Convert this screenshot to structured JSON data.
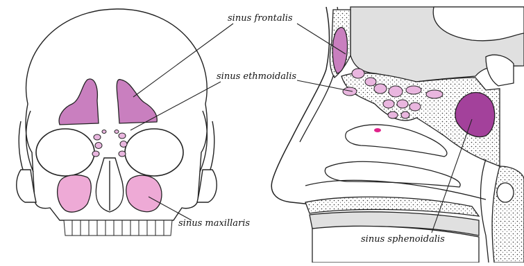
{
  "labels": {
    "frontalis": "sinus frontalis",
    "ethmoidalis": "sinus ethmoidalis",
    "maxillaris": "sinus maxillaris",
    "sphenoidalis": "sinus sphenoidalis"
  },
  "colors": {
    "frontal": "#c97fbf",
    "ethmoid": "#e9b6df",
    "maxillary": "#eeaad6",
    "sphenoid": "#a3419b",
    "outline": "#222222",
    "bone_fill": "#ffffff",
    "gray_fill": "#e0e0e0"
  }
}
